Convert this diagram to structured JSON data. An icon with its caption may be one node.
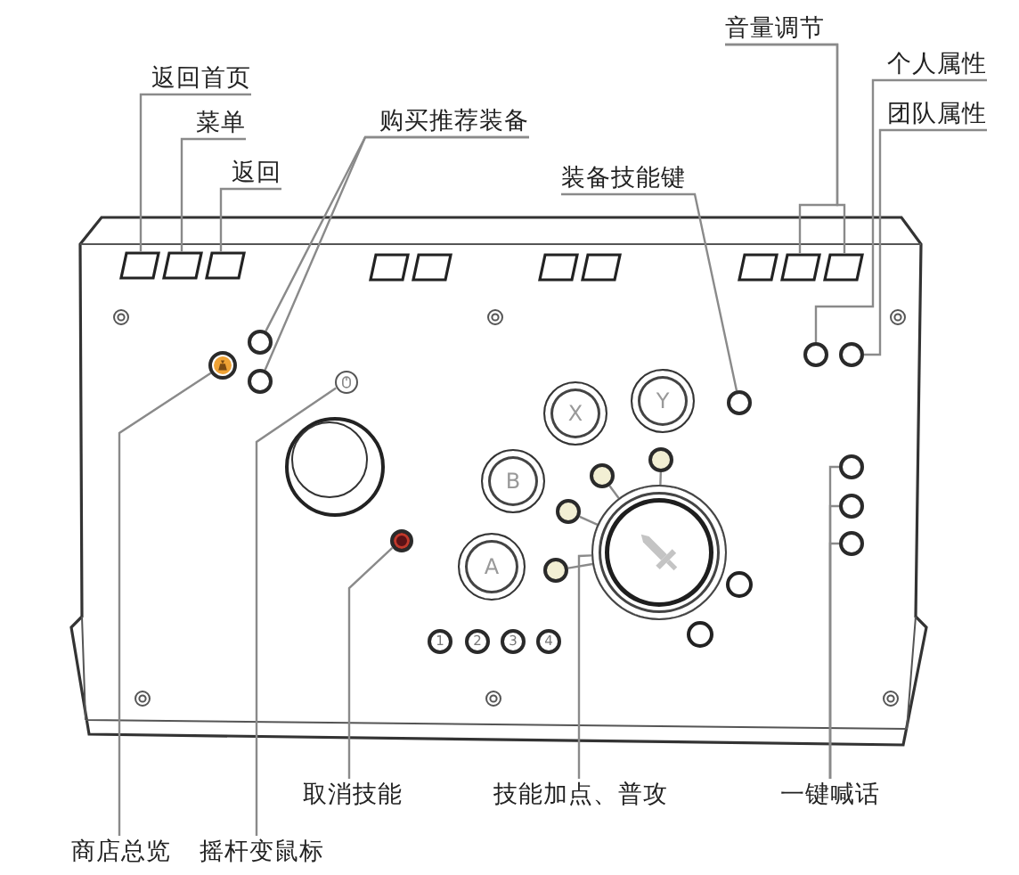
{
  "diagram": {
    "nodes": [
      {
        "text": [
          "返回首页"
        ]
      },
      {
        "text": [
          "菜单"
        ]
      },
      {
        "text": [
          "返回"
        ]
      },
      {
        "text": [
          "购买推荐装备"
        ]
      },
      {
        "text": [
          "装备技能键"
        ]
      },
      {
        "text": [
          "音量调节"
        ]
      },
      {
        "text": [
          "个人属性"
        ]
      },
      {
        "text": [
          "团队属性"
        ]
      },
      {
        "text": [
          "商店总览"
        ]
      },
      {
        "text": [
          "摇杆变鼠标"
        ]
      },
      {
        "text": [
          "取消技能"
        ]
      },
      {
        "text": [
          "技能加点、普攻"
        ]
      },
      {
        "text": [
          "一键喊话"
        ]
      },
      {
        "text": [],
        "shape": "box"
      },
      {
        "text": [],
        "shape": "box"
      },
      {
        "text": [],
        "shape": "box"
      },
      {
        "text": [],
        "shape": "circle"
      },
      {
        "text": [],
        "shape": "circle"
      },
      {
        "text": [],
        "shape": "circle"
      },
      {
        "text": [],
        "shape": "box"
      },
      {
        "text": [],
        "shape": "box"
      },
      {
        "text": [],
        "shape": "circle"
      },
      {
        "text": [],
        "shape": "circle"
      },
      {
        "text": [],
        "shape": "circle"
      },
      {
        "text": [],
        "shape": "circle"
      },
      {
        "text": [],
        "shape": "circle"
      },
      {
        "text": [],
        "shape": "circle"
      },
      {
        "text": [],
        "shape": "circle"
      },
      {
        "text": [],
        "shape": "circle"
      },
      {
        "text": [],
        "shape": "circle"
      },
      {
        "text": [],
        "shape": "circle"
      },
      {
        "text": [],
        "shape": "circle"
      },
      {
        "text": [],
        "shape": "circle"
      },
      {
        "text": [],
        "shape": "circle"
      },
      {
        "text": [
          "A"
        ]
      },
      {
        "text": [
          "B"
        ]
      },
      {
        "text": [
          "X"
        ]
      },
      {
        "text": [
          "Y"
        ]
      },
      {
        "text": [
          "1"
        ]
      },
      {
        "text": [
          "2"
        ]
      },
      {
        "text": [
          "3"
        ]
      },
      {
        "text": [
          "4"
        ]
      }
    ],
    "edges": [
      {
        "from": 0,
        "to": 13,
        "arrow": "none"
      },
      {
        "from": 1,
        "to": 14,
        "arrow": "none"
      },
      {
        "from": 2,
        "to": 15,
        "arrow": "none"
      },
      {
        "from": 3,
        "to": 16,
        "arrow": "none"
      },
      {
        "from": 3,
        "to": 17,
        "arrow": "none"
      },
      {
        "from": 4,
        "to": 18,
        "arrow": "none"
      },
      {
        "from": 5,
        "to": 19,
        "arrow": "none"
      },
      {
        "from": 5,
        "to": 20,
        "arrow": "none"
      },
      {
        "from": 6,
        "to": 21,
        "arrow": "none"
      },
      {
        "from": 7,
        "to": 22,
        "arrow": "none"
      },
      {
        "from": 8,
        "to": 23,
        "arrow": "none"
      },
      {
        "from": 9,
        "to": 24,
        "arrow": "none"
      },
      {
        "from": 10,
        "to": 25,
        "arrow": "none"
      },
      {
        "from": 11,
        "to": 26,
        "arrow": "none"
      },
      {
        "from": 27,
        "to": 26,
        "arrow": "none"
      },
      {
        "from": 28,
        "to": 26,
        "arrow": "none"
      },
      {
        "from": 29,
        "to": 26,
        "arrow": "none"
      },
      {
        "from": 30,
        "to": 26,
        "arrow": "none"
      },
      {
        "from": 12,
        "to": 31,
        "arrow": "none"
      },
      {
        "from": 12,
        "to": 32,
        "arrow": "none"
      },
      {
        "from": 12,
        "to": 33,
        "arrow": "none"
      }
    ]
  }
}
